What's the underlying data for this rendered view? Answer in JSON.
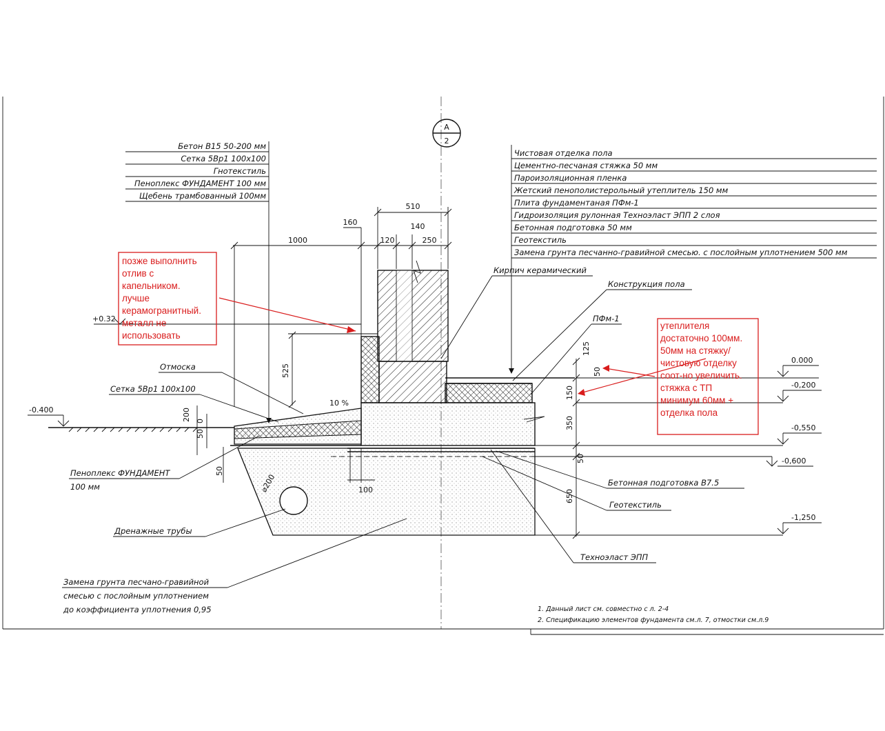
{
  "section_mark": {
    "letter": "А",
    "sheet": "2"
  },
  "left_layers": [
    "Бетон В15 50-200 мм",
    "Сетка 5Вр1 100х100",
    "Гнотекстиль",
    "Пеноплекс ФУНДАМЕНТ 100 мм",
    "Щебень трамбованный 100мм"
  ],
  "floor_layers": [
    "Чистовая отделка пола",
    "Цементно-песчаная стяжка 50 мм",
    "Пароизоляционная пленка",
    "Жетский пенополистерольный утеплитель 150 мм",
    "Плита фундаментаная ПФм-1",
    "Гидроизоляция рулонная Техноэласт ЭПП 2 слоя",
    "Бетонная подготовка 50 мм",
    "Геотекстиль",
    "Замена грунта песчанно-гравийной смесью. с послойным уплотнением 500 мм"
  ],
  "labels": {
    "brick": "Кирпич керамический",
    "floor_construction": "Конструкция пола",
    "pfm": "ПФм-1",
    "otmoska": "Отмоска",
    "mesh": "Сетка 5Вр1 100х100",
    "penoplex_1": "Пеноплекс ФУНДАМЕНТ",
    "penoplex_2": "100 мм",
    "drain": "Дренажные трубы",
    "soil_1": "Замена грунта песчано-гравийной",
    "soil_2": "смесью с послойным уплотнением",
    "soil_3": "до коэффициента уплотнения 0,95",
    "concrete_prep": "Бетонная подготовка В7.5",
    "geotextile": "Геотекстиль",
    "technoelast": "Техноэласт ЭПП",
    "diameter": "⌀200",
    "slope": "10 %"
  },
  "elevations": {
    "e_plus032": "+0.32",
    "e_minus0400": "-0.400",
    "e_0000": "0.000",
    "e_minus0200": "-0,200",
    "e_minus0550": "-0,550",
    "e_minus0600": "-0,600",
    "e_minus1250": "-1,250"
  },
  "dimensions": {
    "d510": "510",
    "d160": "160",
    "d140": "140",
    "d1000": "1000",
    "d120": "120",
    "d250": "250",
    "d525": "525",
    "d125": "125",
    "d50a": "50",
    "d150": "150",
    "d350": "350",
    "d50b": "50",
    "d650": "650",
    "d100": "100",
    "d200": "200",
    "d0": "0",
    "d50c": "50",
    "d50d": "50"
  },
  "red_notes": {
    "left": [
      "позже выполнить",
      "отлив с",
      "капельником.",
      "лучше",
      "керамогранитный.",
      "металл не",
      "использовать"
    ],
    "right": [
      "утеплителя",
      "достаточно 100мм.",
      "50мм на стяжку/",
      "чистовую отделку",
      "соот-но увеличить.",
      "стяжка с ТП",
      "минимум 60мм +",
      "отделка пола"
    ]
  },
  "footnotes": [
    "1.    Данный лист см. совместно с л. 2-4",
    "2.    Спецификацию элементов фундамента см.л. 7, отмостки см.л.9"
  ],
  "colors": {
    "ink": "#111111",
    "annotation_red": "#d91c1c"
  }
}
